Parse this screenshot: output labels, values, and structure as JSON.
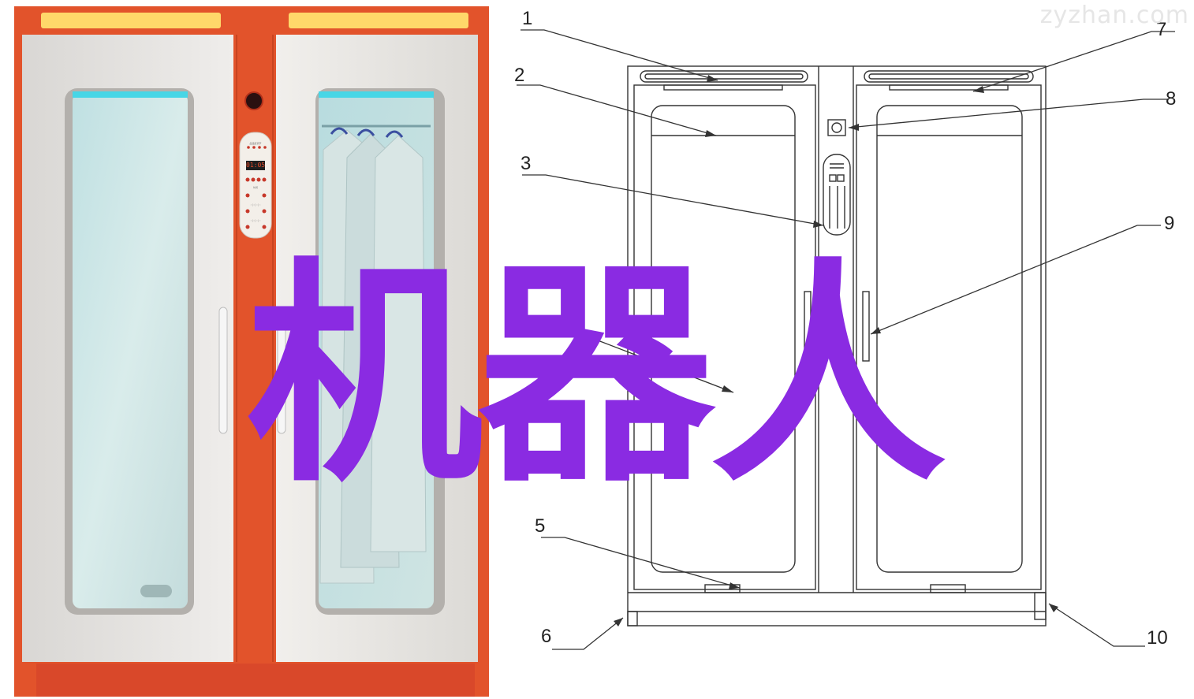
{
  "watermark": "zyzhan.com",
  "overlay_text": "机器人",
  "callouts": [
    "1",
    "2",
    "3",
    "5",
    "6",
    "7",
    "8",
    "9",
    "10"
  ],
  "control_panel": {
    "readout": "01:05",
    "lines": [
      "品温度调节",
      "时间",
      "○│○│○│○",
      "○│○│○│○"
    ]
  },
  "colors": {
    "frame": "#e2532b",
    "body": "#e9e7e4",
    "glass": "#c9e2e3",
    "lamp": "#ffd86a",
    "uv": "#47d6e6",
    "overlay": "#8a2be2"
  }
}
